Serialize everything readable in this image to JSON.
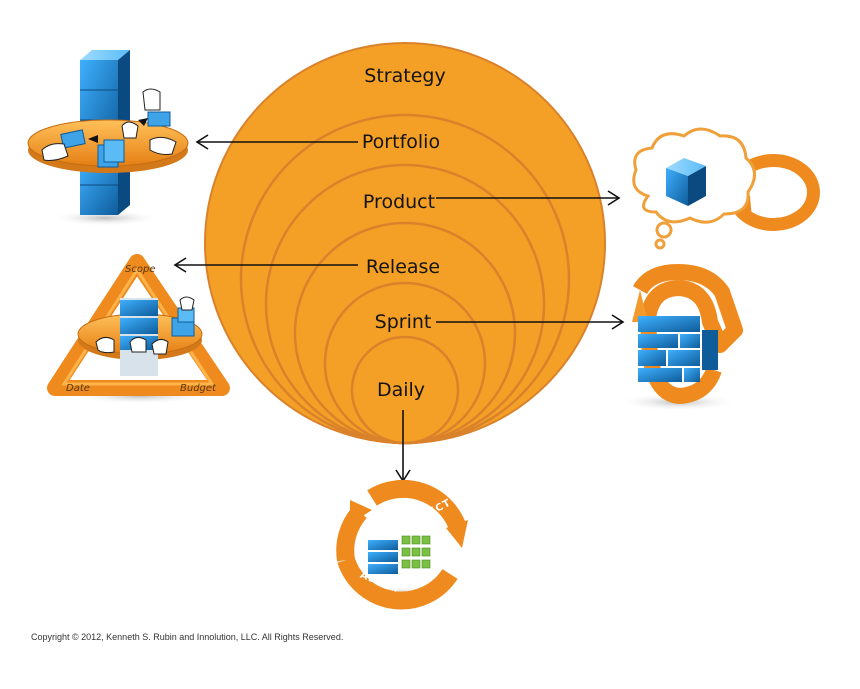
{
  "levels": {
    "strategy": "Strategy",
    "portfolio": "Portfolio",
    "product": "Product",
    "release": "Release",
    "sprint": "Sprint",
    "daily": "Daily"
  },
  "triangle": {
    "scope": "Scope",
    "date": "Date",
    "budget": "Budget"
  },
  "cycle": {
    "inspect": "INSPECT",
    "adapt": "ADAPT"
  },
  "copyright": "Copyright © 2012, Kenneth S. Rubin and Innolution, LLC. All Rights Reserved.",
  "colors": {
    "orange": "#F4A026",
    "ring": "#D9822B",
    "blue": "#1E88D0",
    "dark_blue": "#0E5C9A",
    "arrow": "#111111"
  },
  "icons": [
    "portfolio-planning-icon",
    "product-vision-icon",
    "release-triangle-icon",
    "sprint-cycle-icon",
    "inspect-adapt-icon"
  ]
}
